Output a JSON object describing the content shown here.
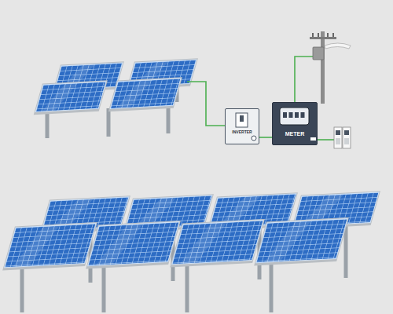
{
  "diagram": {
    "nodes": [
      {
        "text": [
          "INVERTER"
        ]
      },
      {
        "text": [
          "METER"
        ]
      }
    ],
    "edges": [
      {
        "from": 0,
        "to": 1,
        "arrow": "none"
      }
    ]
  }
}
